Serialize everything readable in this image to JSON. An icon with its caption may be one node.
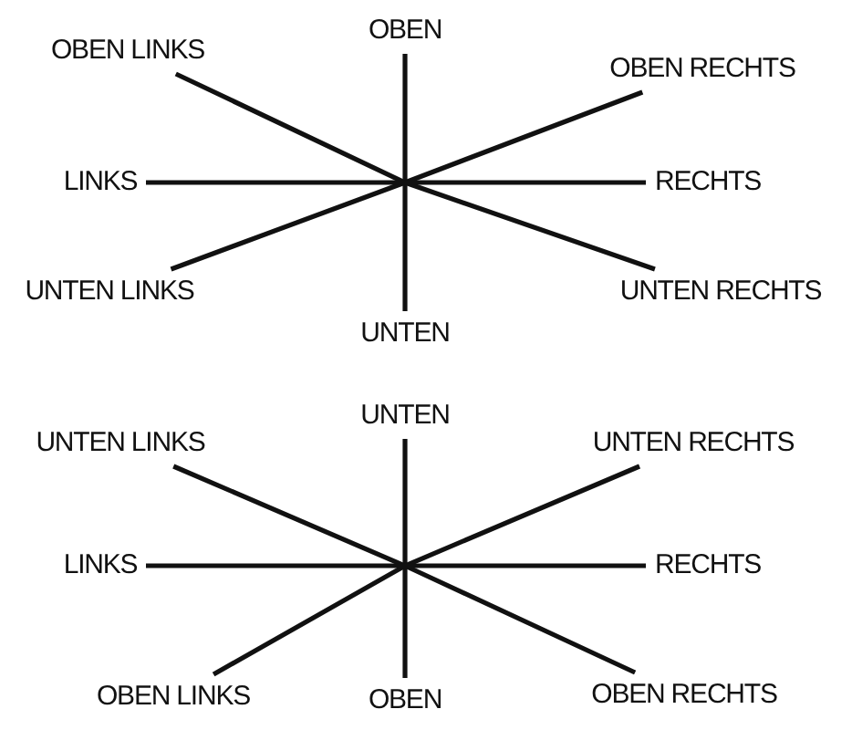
{
  "diagram": {
    "nodes": [
      {
        "text": [
          "OBEN LINKS"
        ]
      },
      {
        "text": [
          "OBEN"
        ]
      },
      {
        "text": [
          "OBEN RECHTS"
        ]
      },
      {
        "text": [
          "LINKS"
        ]
      },
      {
        "text": [
          "RECHTS"
        ]
      },
      {
        "text": [
          "UNTEN LINKS"
        ]
      },
      {
        "text": [
          "UNTEN"
        ]
      },
      {
        "text": [
          "UNTEN RECHTS"
        ]
      },
      {
        "text": [
          "UNTEN"
        ]
      },
      {
        "text": [
          "UNTEN LINKS"
        ]
      },
      {
        "text": [
          "UNTEN RECHTS"
        ]
      },
      {
        "text": [
          "LINKS"
        ]
      },
      {
        "text": [
          "RECHTS"
        ]
      },
      {
        "text": [
          "OBEN LINKS"
        ]
      },
      {
        "text": [
          "OBEN"
        ]
      },
      {
        "text": [
          "OBEN RECHTS"
        ]
      }
    ],
    "edges": [
      {
        "from": 0,
        "to": 7,
        "arrow": "none"
      },
      {
        "from": 1,
        "to": 6,
        "arrow": "none"
      },
      {
        "from": 2,
        "to": 5,
        "arrow": "none"
      },
      {
        "from": 3,
        "to": 4,
        "arrow": "none"
      },
      {
        "from": 8,
        "to": 14,
        "arrow": "none"
      },
      {
        "from": 9,
        "to": 15,
        "arrow": "none"
      },
      {
        "from": 10,
        "to": 13,
        "arrow": "none"
      },
      {
        "from": 11,
        "to": 12,
        "arrow": "none"
      }
    ]
  }
}
